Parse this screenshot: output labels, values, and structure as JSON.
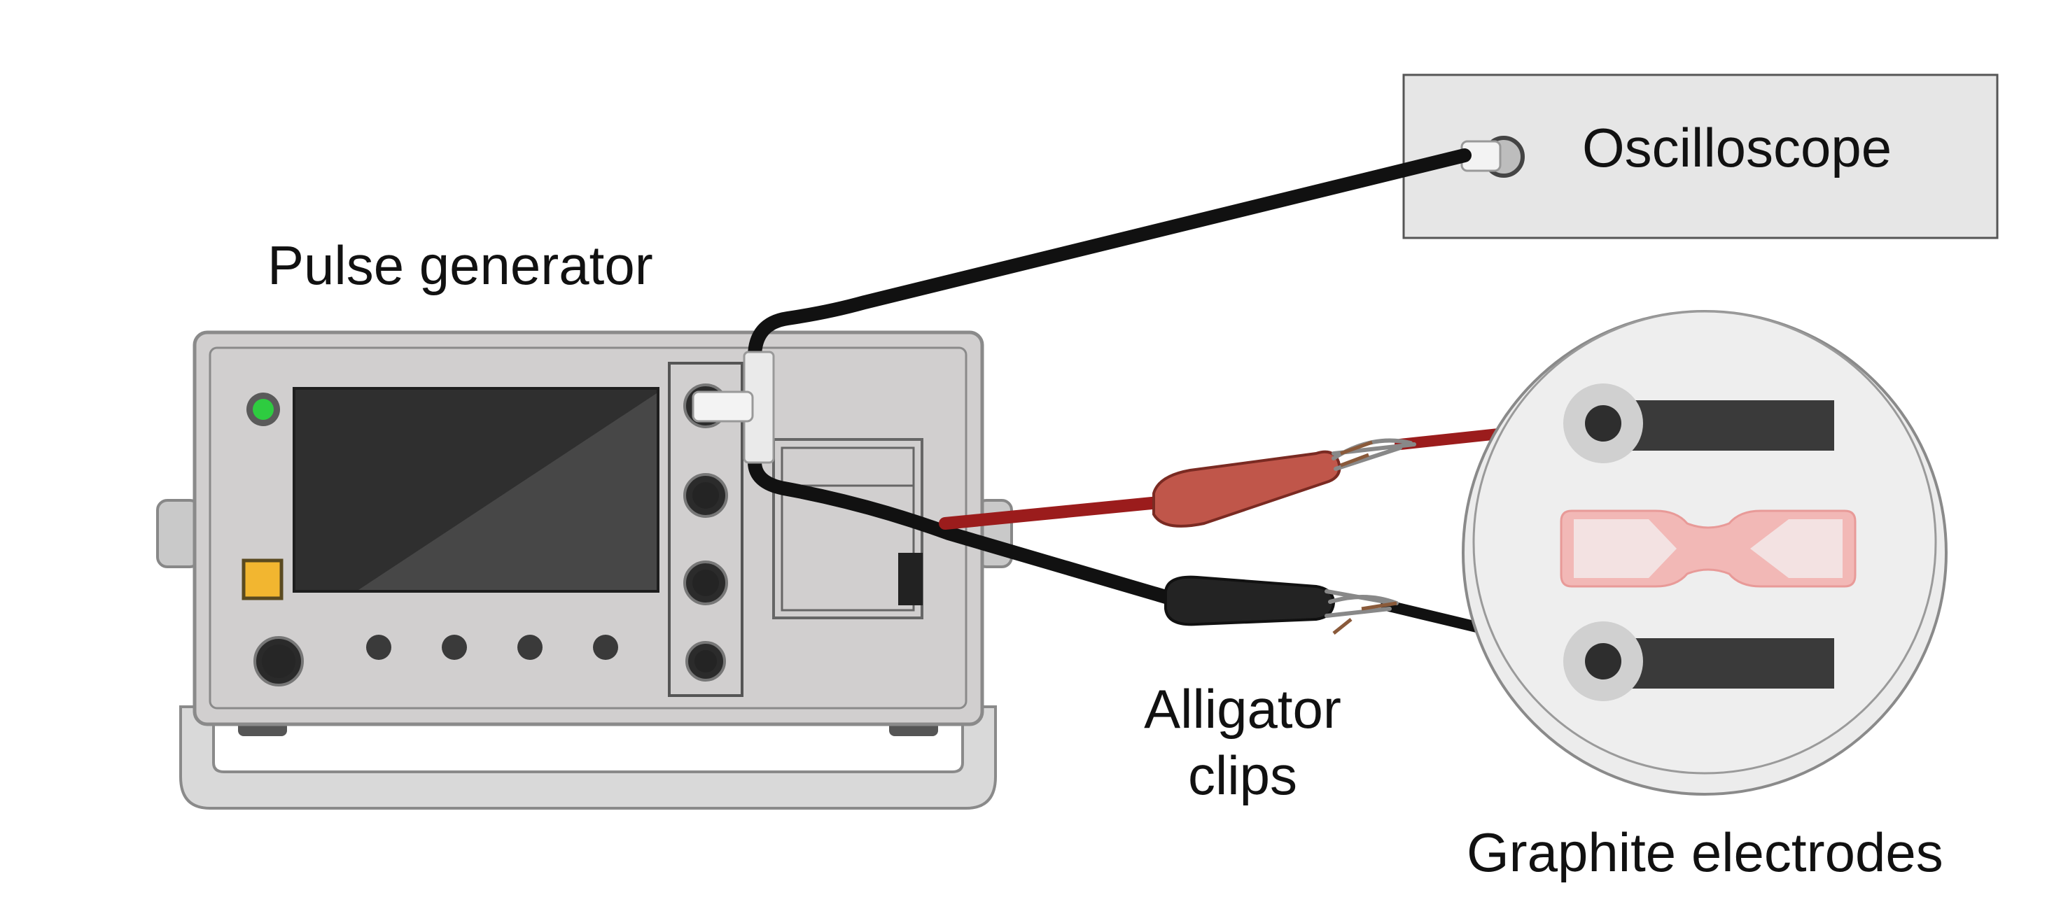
{
  "labels": {
    "oscilloscope": "Oscilloscope",
    "pulse_generator": "Pulse generator",
    "alligator_clips_line1": "Alligator",
    "alligator_clips_line2": "clips",
    "graphite_electrodes": "Graphite electrodes"
  },
  "colors": {
    "device_body": "#d1cfcf",
    "device_outline": "#8a8a8a",
    "screen": "#2f2f2f",
    "led_green": "#2ecc40",
    "button_yellow": "#f2b630",
    "cable_black": "#111111",
    "wire_red": "#9b1c1c",
    "clip_red": "#c0564a",
    "clip_black": "#232323",
    "electrode": "#3a3a3a",
    "sample_pink": "#f2b8b6",
    "dish": "#ececec",
    "oscilloscope_box": "#e6e6e6"
  }
}
